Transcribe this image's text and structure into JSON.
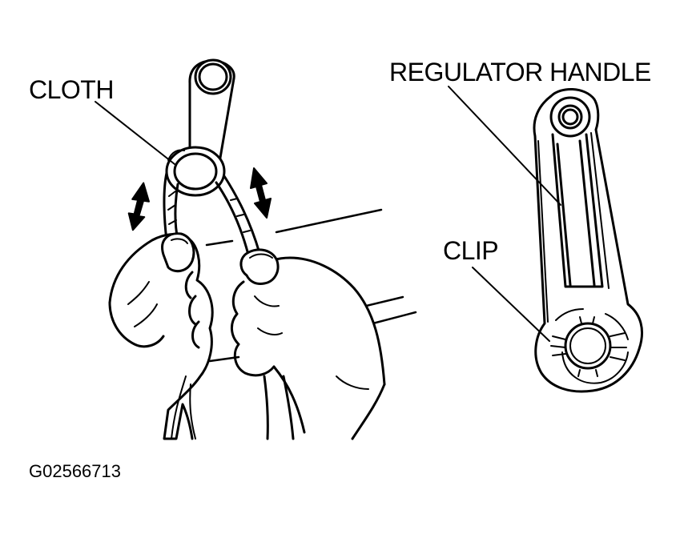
{
  "labels": {
    "cloth": "CLOTH",
    "regulator_handle": "REGULATOR HANDLE",
    "clip": "CLIP",
    "figure_id": "G02566713"
  },
  "colors": {
    "ink": "#000000",
    "paper": "#ffffff"
  },
  "icons": {
    "motion_arrows": "double-headed-arrow"
  }
}
